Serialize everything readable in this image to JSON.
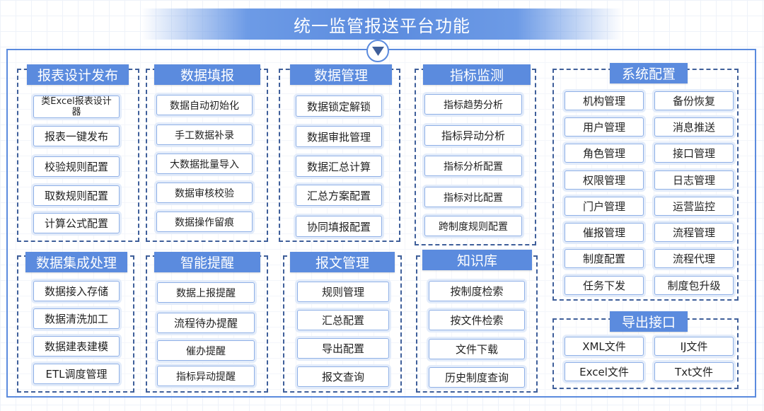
{
  "title": "统一监管报送平台功能",
  "modules": {
    "report_design": {
      "title": "报表设计发布",
      "items": [
        "类Excel报表设计器",
        "报表一键发布",
        "校验规则配置",
        "取数规则配置",
        "计算公式配置"
      ]
    },
    "data_fill": {
      "title": "数据填报",
      "items": [
        "数据自动初始化",
        "手工数据补录",
        "大数据批量导入",
        "数据审核校验",
        "数据操作留痕"
      ]
    },
    "data_mgmt": {
      "title": "数据管理",
      "items": [
        "数据锁定解锁",
        "数据审批管理",
        "数据汇总计算",
        "汇总方案配置",
        "协同填报配置"
      ]
    },
    "indicator_monitor": {
      "title": "指标监测",
      "items": [
        "指标趋势分析",
        "指标异动分析",
        "指标分析配置",
        "指标对比配置",
        "跨制度规则配置"
      ]
    },
    "system_config": {
      "title": "系统配置",
      "left": [
        "机构管理",
        "用户管理",
        "角色管理",
        "权限管理",
        "门户管理",
        "催报管理",
        "制度配置",
        "任务下发"
      ],
      "right": [
        "备份恢复",
        "消息推送",
        "接口管理",
        "日志管理",
        "运营监控",
        "流程管理",
        "流程代理",
        "制度包升级"
      ]
    },
    "data_integration": {
      "title": "数据集成处理",
      "items": [
        "数据接入存储",
        "数据清洗加工",
        "数据建表建模",
        "ETL调度管理"
      ]
    },
    "smart_reminder": {
      "title": "智能提醒",
      "items": [
        "数据上报提醒",
        "流程待办提醒",
        "催办提醒",
        "指标异动提醒"
      ]
    },
    "message_mgmt": {
      "title": "报文管理",
      "items": [
        "规则管理",
        "汇总配置",
        "导出配置",
        "报文查询"
      ]
    },
    "knowledge": {
      "title": "知识库",
      "items": [
        "按制度检索",
        "按文件检索",
        "文件下载",
        "历史制度查询"
      ]
    },
    "export_interface": {
      "title": "导出接口",
      "items": [
        "XML文件",
        "IJ文件",
        "Excel文件",
        "Txt文件"
      ]
    }
  },
  "colors": {
    "accent": "#5b8bde",
    "frame": "#5b8bde",
    "dashed_border": "#3f5f9a",
    "item_border": "#8fb0e6",
    "item_glow": "#e3ecfa",
    "text": "#222222",
    "header_text": "#ffffff"
  },
  "icons": {
    "center_chevron": "chevron-down-icon"
  }
}
